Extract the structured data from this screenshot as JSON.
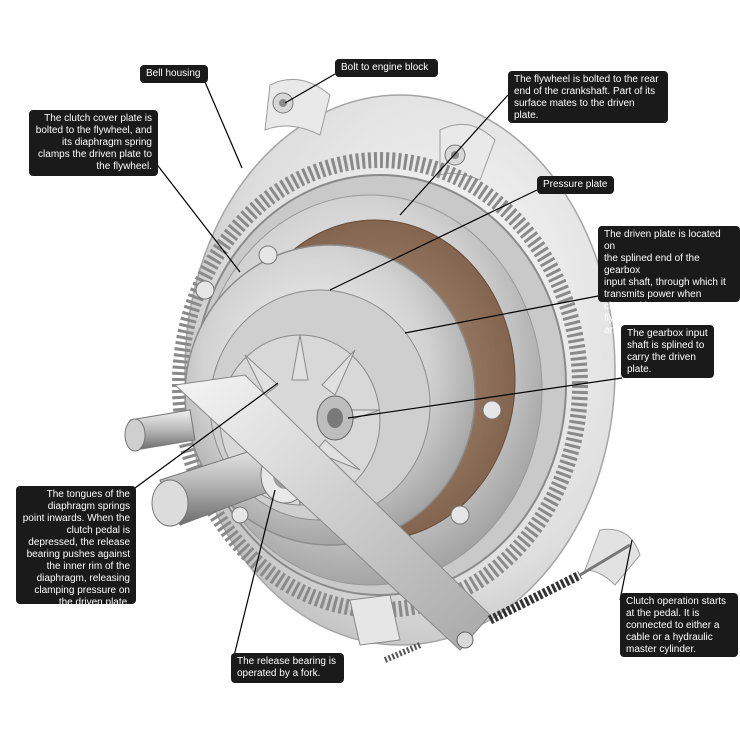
{
  "labels": {
    "bell_housing": "Bell housing",
    "bolt": "Bolt to engine block",
    "flywheel": "The flywheel is bolted to the rear\nend of the crankshaft. Part of its\nsurface mates to the driven\nplate.",
    "cover_plate": "The clutch cover plate is\nbolted to the flywheel, and\nits diaphragm spring\nclamps the driven plate to\nthe flywheel.",
    "pressure_plate": "Pressure plate",
    "driven_plate": "The driven plate is located on\nthe splined end of the gearbox\ninput shaft, through which it\ntransmits power when\nclamped between the flywheel\nand pressure plate.",
    "input_shaft": "The gearbox input\nshaft is splined to\ncarry the driven\nplate.",
    "tongues": "The tongues of the\ndiaphragm springs\npoint inwards. When the\nclutch pedal is\ndepressed, the release\nbearing pushes against\nthe inner rim of the\ndiaphragm, releasing\nclamping pressure on\nthe driven plate.",
    "release_bearing": "The release bearing is\noperated by a fork.",
    "clutch_operation": "Clutch operation starts\nat the pedal. It is\nconnected to either a\ncable or a hydraulic\nmaster cylinder."
  },
  "colors": {
    "label_bg": "#1a1a1a",
    "label_text": "#ffffff",
    "metal_light": "#e6e6e6",
    "metal_dark": "#8f8f8f",
    "friction": "#9a7a62"
  }
}
